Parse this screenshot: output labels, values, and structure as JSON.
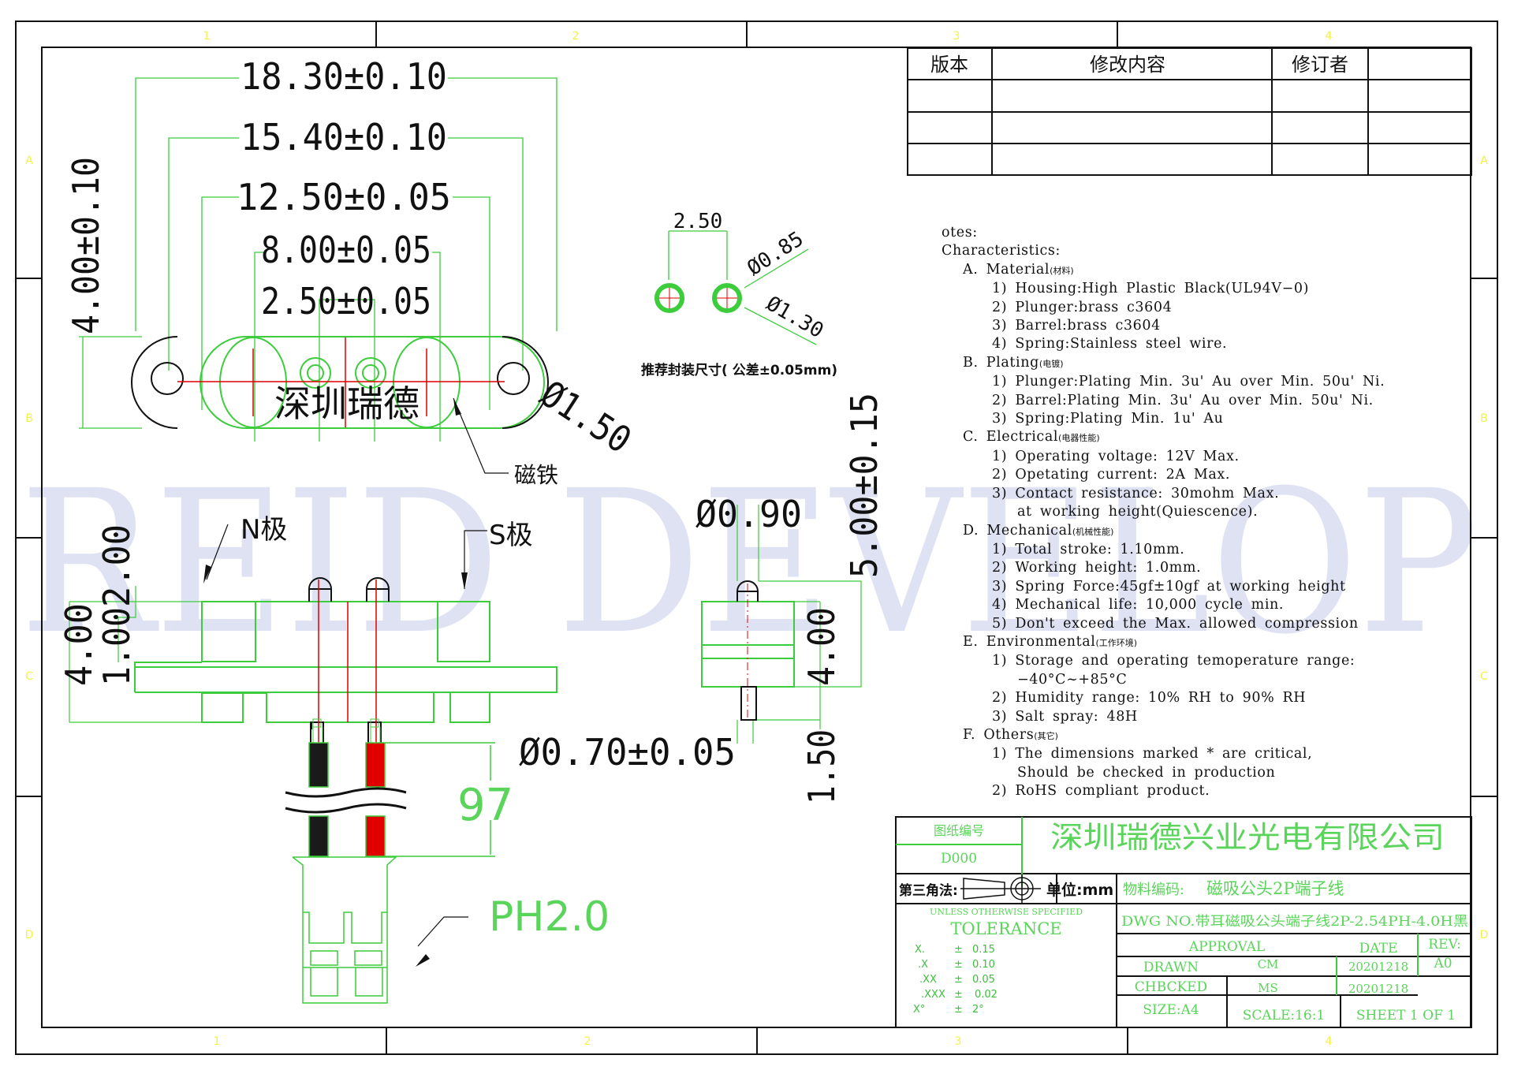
{
  "watermark": "REID DEVELOP",
  "zones": {
    "columns": [
      "1",
      "2",
      "3",
      "4"
    ],
    "rows": [
      "A",
      "B",
      "C",
      "D"
    ]
  },
  "revision_table": {
    "headers": [
      "版本",
      "修改内容",
      "修订者",
      ""
    ],
    "rows": [
      [
        "",
        "",
        "",
        ""
      ],
      [
        "",
        "",
        "",
        ""
      ],
      [
        "",
        "",
        "",
        ""
      ]
    ]
  },
  "top_view": {
    "dim_overall": "18.30±0.10",
    "dim_outer_body": "15.40±0.10",
    "dim_magnets": "12.50±0.05",
    "dim_pins_outer": "8.00±0.05",
    "dim_pitch": "2.50±0.05",
    "dim_height": "4.00±0.10",
    "dim_hole": "Ø1.50",
    "body_text": "深圳瑞德",
    "magnet_label": "磁铁"
  },
  "footprint": {
    "pitch": "2.50",
    "inner_diameter": "Ø0.85",
    "outer_diameter": "Ø1.30",
    "caption": "推荐封装尺寸( 公差±0.05mm)"
  },
  "front_view": {
    "n_pole": "N极",
    "s_pole": "S极",
    "dim_total": "4.00",
    "dim_flange": "1.00",
    "dim_pin": "2.00",
    "dim_wire_dia": "Ø0.70±0.05",
    "dim_wire_len": "97",
    "connector": "PH2.0",
    "wire_colors": {
      "black": "#1a1a1a",
      "red": "#e00000"
    }
  },
  "side_view": {
    "dim_pin_dia": "Ø0.90",
    "dim_total": "5.00±0.15",
    "dim_body": "4.00",
    "dim_tail": "1.50"
  },
  "notes": {
    "title": "otes:",
    "subtitle": "Characteristics:",
    "sections": [
      {
        "label": "A.  Material",
        "cn": "(材料)",
        "items": [
          "1)  Housing:High  Plastic  Black(UL94V−0)",
          "2)  Plunger:brass  c3604",
          "3)  Barrel:brass  c3604",
          "4)  Spring:Stainless  steel  wire."
        ]
      },
      {
        "label": "B.  Plating",
        "cn": "(电镀)",
        "items": [
          "1)  Plunger:Plating  Min.  3u' Au  over  Min.  50u' Ni.",
          "2)  Barrel:Plating  Min.  3u' Au  over  Min.  50u' Ni.",
          "3)  Spring:Plating  Min.  1u' Au"
        ]
      },
      {
        "label": "C.  Electrical",
        "cn": "(电器性能)",
        "items": [
          "1)  Operating  voltage:  12V  Max.",
          "2)  Opetating  current:  2A  Max.",
          "3)  Contact  resistance:  30mohm  Max.",
          "at  working  height(Quiescence)."
        ]
      },
      {
        "label": "D.  Mechanical",
        "cn": "(机械性能)",
        "items": [
          "1)  Total  stroke:  1.10mm.",
          "2)  Working  height:  1.0mm.",
          "3)  Spring  Force:45gf±10gf  at  working  height",
          "4)  Mechanical  life:  10,000  cycle  min.",
          "5)  Don't  exceed  the  Max.  allowed  compression"
        ]
      },
      {
        "label": "E.  Environmental",
        "cn": "(工作环境)",
        "items": [
          "1)  Storage  and  operating  temoperature  range:",
          "−40°C~+85°C",
          "2)  Humidity  range:  10%  RH  to  90%  RH",
          "3)  Salt  spray:  48H"
        ]
      },
      {
        "label": "F.  Others",
        "cn": "(其它)",
        "items": [
          "1)  The  dimensions  marked  *  are  critical,",
          "Should  be  checked  in  production",
          "2)  RoHS  compliant  product."
        ]
      }
    ]
  },
  "title_block": {
    "drawing_no_label": "图纸编号",
    "drawing_no": "D000",
    "company": "深圳瑞德兴业光电有限公司",
    "projection_label": "第三角法:",
    "unit_label": "单位:mm",
    "part_code_label": "物料编码:",
    "part_name": "磁吸公头2P端子线",
    "dwg_no": "DWG NO.带耳磁吸公头端子线2P-2.54PH-4.0H黑",
    "tolerance_note": "UNLESS OTHERWISE SPECIFIED",
    "tolerance_title": "TOLERANCE",
    "tolerances": [
      {
        "key": "X.",
        "pm": "±",
        "value": "0.15"
      },
      {
        "key": ".X",
        "pm": "±",
        "value": "0.10"
      },
      {
        "key": ".XX",
        "pm": "±",
        "value": "0.05"
      },
      {
        "key": ".XXX",
        "pm": "±",
        "value": "0.02"
      },
      {
        "key": "X°",
        "pm": "±",
        "value": "2°"
      }
    ],
    "approval": "APPROVAL",
    "date_label": "DATE",
    "rev_label": "REV:",
    "rev": "A0",
    "drawn_label": "DRAWN",
    "drawn_by": "CM",
    "drawn_date": "20201218",
    "checked_label": "CHBCKED",
    "checked_by": "MS",
    "checked_date": "20201218",
    "size": "SIZE:A4",
    "scale": "SCALE:16:1",
    "sheet": "SHEET 1 OF 1"
  },
  "colors": {
    "line": "#111111",
    "green": "#3ccc3c",
    "text_green": "#5bd45b",
    "red": "#e00000",
    "zone_yellow": "#f2f24a",
    "watermark": "#dfe2f3"
  }
}
